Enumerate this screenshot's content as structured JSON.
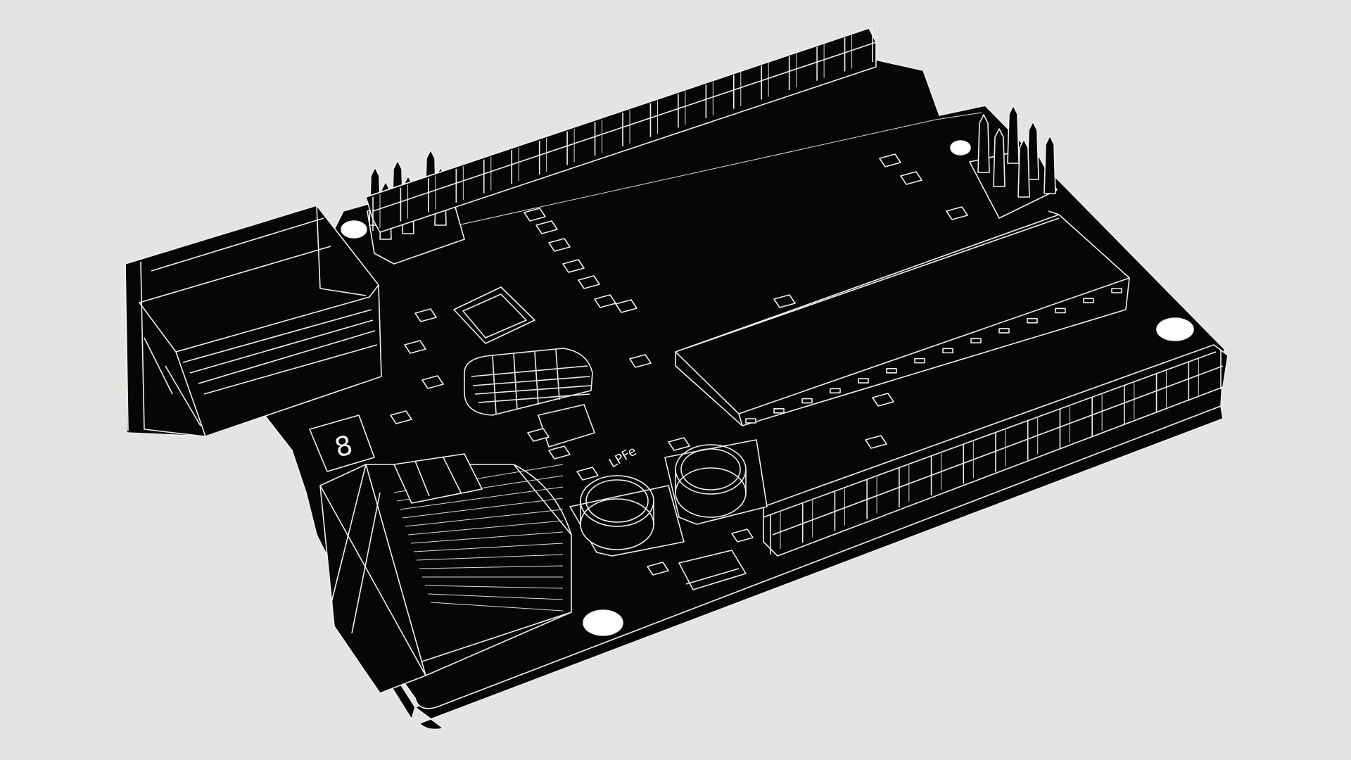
{
  "scene": {
    "background": "#e4e4e2",
    "board_color": "#060606",
    "wire_color": "#f0f0ee"
  },
  "silkscreen": {
    "fuse_mark": "8",
    "inductor_mark": "LPFe"
  },
  "render_settings": {
    "long_header_pins": 18,
    "short_header_pins": 14,
    "icsp_pins": 6
  }
}
